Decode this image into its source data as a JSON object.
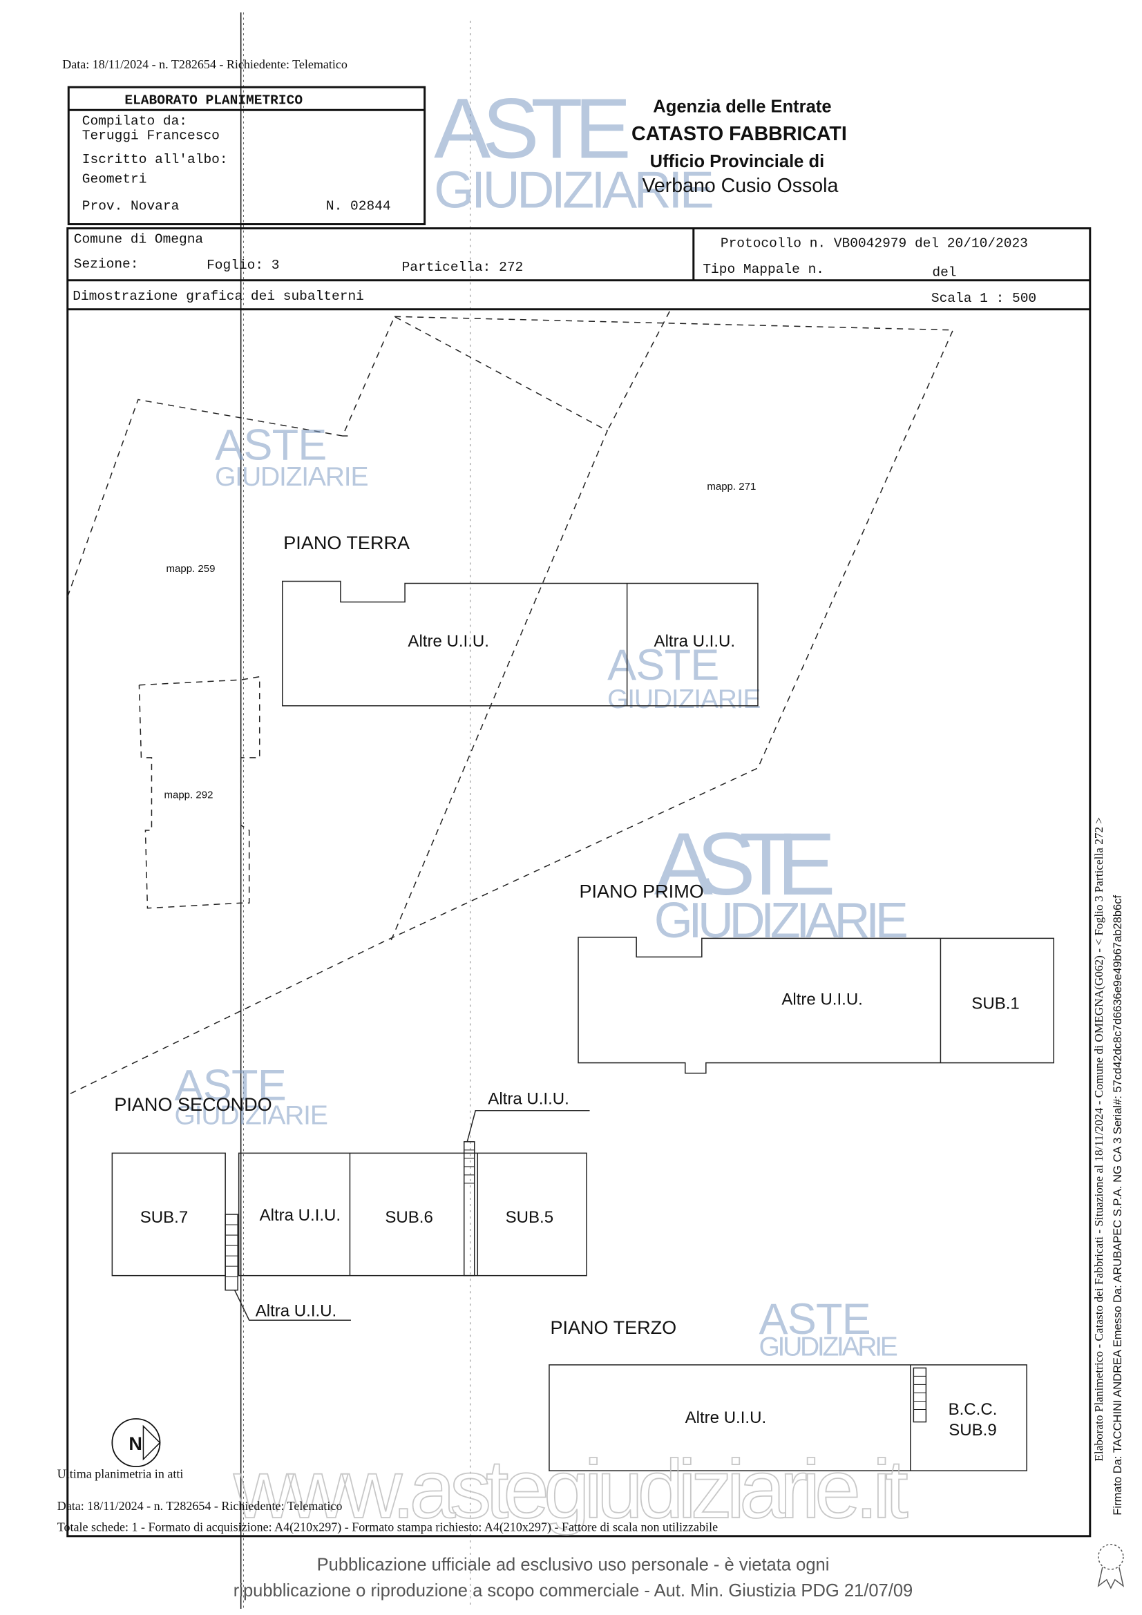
{
  "header": {
    "top_line": "Data: 18/11/2024 - n. T282654 - Richiedente: Telematico"
  },
  "form": {
    "title": "ELABORATO PLANIMETRICO",
    "compilato_label": "Compilato da:",
    "compilato_name": "Teruggi Francesco",
    "iscritto_label": "Iscritto all'albo:",
    "albo": "Geometri",
    "prov": "Prov. Novara",
    "numero": "N. 02844"
  },
  "agency": {
    "line1": "Agenzia delle Entrate",
    "line2": "CATASTO FABBRICATI",
    "line3": "Ufficio Provinciale di",
    "line4": "Verbano Cusio Ossola"
  },
  "info": {
    "comune": "Comune di Omegna",
    "sezione": "Sezione:",
    "foglio": "Foglio: 3",
    "particella": "Particella: 272",
    "protocollo": "Protocollo n. VB0042979 del 20/10/2023",
    "tipo_mappale": "Tipo Mappale n.",
    "tipo_del": "del",
    "dimostrazione": "Dimostrazione grafica dei subalterni",
    "scala": "Scala 1 : 500"
  },
  "plan": {
    "mapp_259": "mapp. 259",
    "mapp_271": "mapp. 271",
    "mapp_292": "mapp. 292",
    "piano_terra": {
      "title": "PIANO TERRA",
      "unit1": "Altre U.I.U.",
      "unit2": "Altra U.I.U."
    },
    "piano_primo": {
      "title": "PIANO PRIMO",
      "unit1": "Altre U.I.U.",
      "unit2": "SUB.1"
    },
    "piano_secondo": {
      "title": "PIANO SECONDO",
      "sub7": "SUB.7",
      "altra": "Altra U.I.U.",
      "sub6": "SUB.6",
      "sub5": "SUB.5",
      "leader_top": "Altra U.I.U.",
      "leader_bottom": "Altra U.I.U."
    },
    "piano_terzo": {
      "title": "PIANO TERZO",
      "unit1": "Altre U.I.U.",
      "bcc": "B.C.C.",
      "sub9": "SUB.9"
    },
    "compass": "N"
  },
  "footer": {
    "ultima": "Ultima planimetria in atti",
    "data_line": "Data: 18/11/2024 - n. T282654 - Richiedente: Telematico",
    "totale_line": "Totale schede: 1 - Formato di acquisizione: A4(210x297) - Formato stampa richiesto: A4(210x297) - Fattore di scala non utilizzabile",
    "notice1": "Pubblicazione ufficiale ad esclusivo uso personale - è vietata ogni",
    "notice2": "ripubblicazione o riproduzione a scopo commerciale - Aut. Min. Giustizia PDG 21/07/09"
  },
  "side": {
    "line1": "Elaborato Planimetrico - Catasto dei Fabbricati - Situazione al 18/11/2024 - Comune di OMEGNA(G062) - < Foglio 3 Particella 272 >",
    "line2": "Firmato Da: TACCHINI ANDREA Emesso Da: ARUBAPEC S.P.A. NG CA 3 Serial#: 57cd42dc8c7d6636e9e49b67ab28b6cf"
  },
  "watermarks": {
    "aste": "ASTE",
    "giudiziarie": "GIUDIZIARIE",
    "url": "www.astegiudiziarie.it"
  }
}
